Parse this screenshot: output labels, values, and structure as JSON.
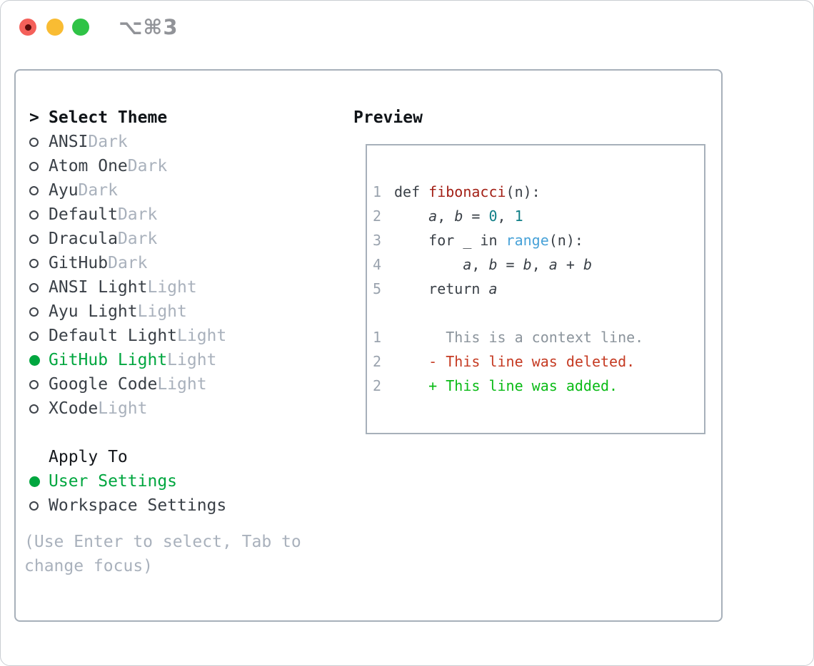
{
  "window": {
    "shortcut": "⌥⌘3",
    "traffic_lights": [
      "close",
      "minimize",
      "zoom"
    ]
  },
  "colors": {
    "accent_green": "#00a63f",
    "added_green": "#0abb16",
    "deleted_red": "#c53a22",
    "function_red": "#a32016",
    "number_teal": "#0f7e86",
    "builtin_blue": "#48a2d8",
    "text": "#3a4047",
    "heading": "#101418",
    "muted": "#a9b1bc",
    "line_number": "#9aa3ae",
    "context_gray": "#8b949c",
    "border": "#a7b0ba"
  },
  "theme_selector": {
    "prompt": ">",
    "title": "Select Theme",
    "selected_theme": "GitHub Light",
    "themes": [
      {
        "name": "ANSI",
        "variant": "Dark",
        "selected": false
      },
      {
        "name": "Atom One",
        "variant": "Dark",
        "selected": false
      },
      {
        "name": "Ayu",
        "variant": "Dark",
        "selected": false
      },
      {
        "name": "Default",
        "variant": "Dark",
        "selected": false
      },
      {
        "name": "Dracula",
        "variant": "Dark",
        "selected": false
      },
      {
        "name": "GitHub",
        "variant": "Dark",
        "selected": false
      },
      {
        "name": "ANSI Light",
        "variant": "Light",
        "selected": false
      },
      {
        "name": "Ayu Light",
        "variant": "Light",
        "selected": false
      },
      {
        "name": "Default Light",
        "variant": "Light",
        "selected": false
      },
      {
        "name": "GitHub Light",
        "variant": "Light",
        "selected": true
      },
      {
        "name": "Google Code",
        "variant": "Light",
        "selected": false
      },
      {
        "name": "XCode",
        "variant": "Light",
        "selected": false
      }
    ]
  },
  "apply_to": {
    "title": "Apply To",
    "options": [
      {
        "label": "User Settings",
        "selected": true
      },
      {
        "label": "Workspace Settings",
        "selected": false
      }
    ]
  },
  "hint": "(Use Enter to select, Tab to change focus)",
  "preview": {
    "title": "Preview",
    "lines": [
      {
        "n": "1",
        "segs": [
          {
            "t": "def ",
            "s": "plain"
          },
          {
            "t": "fibonacci",
            "s": "fn"
          },
          {
            "t": "(n):",
            "s": "plain"
          }
        ]
      },
      {
        "n": "2",
        "segs": [
          {
            "t": "    ",
            "s": "plain"
          },
          {
            "t": "a",
            "s": "var"
          },
          {
            "t": ", ",
            "s": "plain"
          },
          {
            "t": "b",
            "s": "var"
          },
          {
            "t": " = ",
            "s": "plain"
          },
          {
            "t": "0",
            "s": "num"
          },
          {
            "t": ", ",
            "s": "plain"
          },
          {
            "t": "1",
            "s": "num"
          }
        ]
      },
      {
        "n": "3",
        "segs": [
          {
            "t": "    for _ in ",
            "s": "plain"
          },
          {
            "t": "range",
            "s": "builtin"
          },
          {
            "t": "(n):",
            "s": "plain"
          }
        ]
      },
      {
        "n": "4",
        "segs": [
          {
            "t": "        ",
            "s": "plain"
          },
          {
            "t": "a",
            "s": "var"
          },
          {
            "t": ", ",
            "s": "plain"
          },
          {
            "t": "b",
            "s": "var"
          },
          {
            "t": " = ",
            "s": "plain"
          },
          {
            "t": "b",
            "s": "var"
          },
          {
            "t": ", ",
            "s": "plain"
          },
          {
            "t": "a",
            "s": "var"
          },
          {
            "t": " + ",
            "s": "plain"
          },
          {
            "t": "b",
            "s": "var"
          }
        ]
      },
      {
        "n": "5",
        "segs": [
          {
            "t": "    return ",
            "s": "plain"
          },
          {
            "t": "a",
            "s": "var"
          }
        ]
      },
      {
        "n": "",
        "segs": []
      },
      {
        "n": "1",
        "segs": [
          {
            "t": "      ",
            "s": "plain"
          },
          {
            "t": "This is a context line.",
            "s": "ctx"
          }
        ]
      },
      {
        "n": "2",
        "segs": [
          {
            "t": "    ",
            "s": "plain"
          },
          {
            "t": "- This line was deleted.",
            "s": "del"
          }
        ]
      },
      {
        "n": "2",
        "segs": [
          {
            "t": "    ",
            "s": "plain"
          },
          {
            "t": "+ This line was added.",
            "s": "add"
          }
        ]
      }
    ]
  }
}
